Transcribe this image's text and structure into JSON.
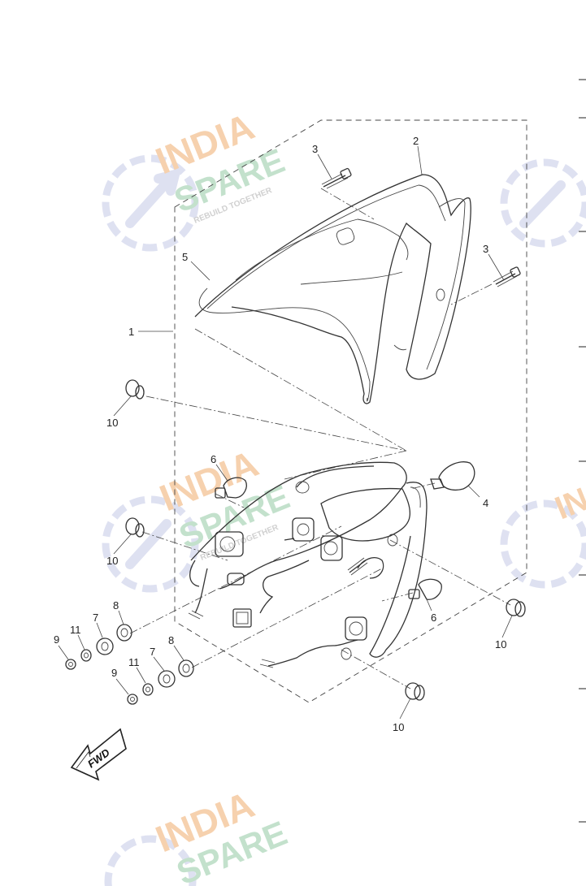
{
  "callouts": {
    "c1": "1",
    "c2": "2",
    "c3a": "3",
    "c3b": "3",
    "c4": "4",
    "c5": "5",
    "c6a": "6",
    "c6b": "6",
    "c7a": "7",
    "c7b": "7",
    "c8a": "8",
    "c8b": "8",
    "c9a": "9",
    "c9b": "9",
    "c10a": "10",
    "c10b": "10",
    "c10c": "10",
    "c10d": "10",
    "c11a": "11",
    "c11b": "11"
  },
  "fwd_label": "FWD",
  "watermark": {
    "line1": "INDIA",
    "line2": "SPARE",
    "tagline": "REBUILD TOGETHER",
    "color_orange": "#f5c9a0",
    "color_green": "#b9dcc4",
    "color_blue": "#d9dcef"
  }
}
